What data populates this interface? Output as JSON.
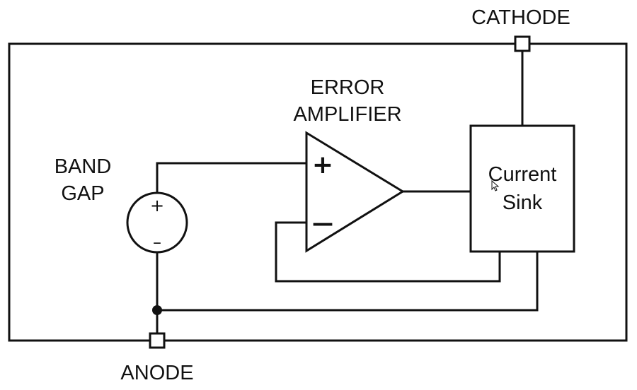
{
  "labels": {
    "cathode": "CATHODE",
    "anode": "ANODE",
    "error_amplifier_line1": "ERROR",
    "error_amplifier_line2": "AMPLIFIER",
    "band_gap_line1": "BAND",
    "band_gap_line2": "GAP",
    "current_sink_line1": "Current",
    "current_sink_line2": "Sink"
  },
  "symbols": {
    "opamp_plus": "+",
    "opamp_minus": "—",
    "source_plus": "+",
    "source_minus": "–"
  }
}
